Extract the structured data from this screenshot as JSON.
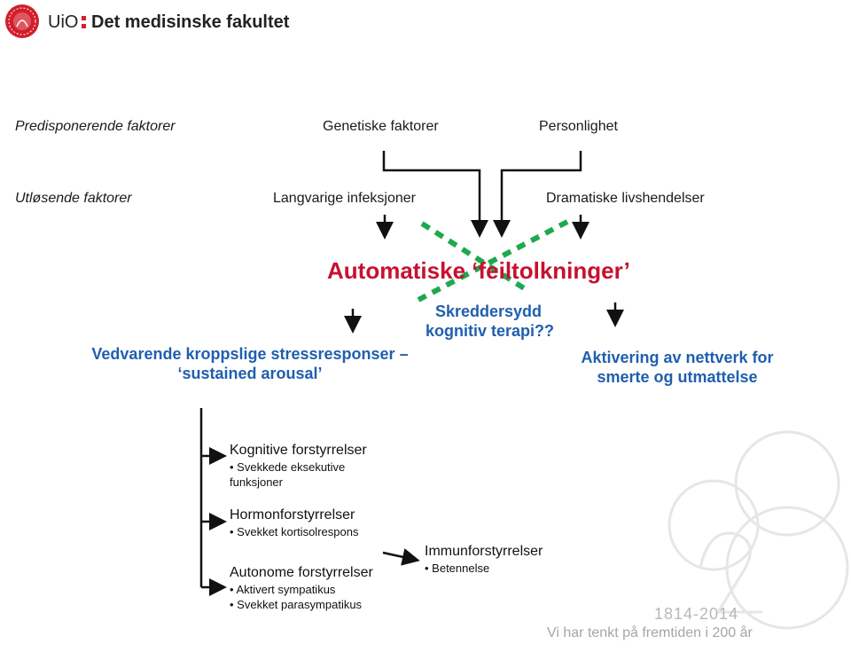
{
  "header": {
    "uio_label": "UiO",
    "faculty": "Det medisinske fakultet"
  },
  "rows": {
    "predisposing_label": "Predisponerende faktorer",
    "genetic": "Genetiske faktorer",
    "personality": "Personlighet",
    "triggering_label": "Utløsende faktorer",
    "infections": "Langvarige infeksjoner",
    "life_events": "Dramatiske livshendelser"
  },
  "main": {
    "misinterpretations": "Automatiske ‘feiltolkninger’",
    "therapy_line1": "Skreddersydd",
    "therapy_line2": "kognitiv terapi??",
    "stress_line1": "Vedvarende kroppslige stressresponser –",
    "stress_line2": "‘sustained arousal’",
    "network_line1": "Aktivering av nettverk for",
    "network_line2": "smerte og utmattelse"
  },
  "consequences": {
    "cognitive_title": "Kognitive forstyrrelser",
    "cognitive_bullet_line1": "• Svekkede eksekutive",
    "cognitive_bullet_line2": "funksjoner",
    "hormone_title": "Hormonforstyrrelser",
    "hormone_bullet": "• Svekket kortisolrespons",
    "autonomic_title": "Autonome forstyrrelser",
    "autonomic_bullet1": "• Aktivert sympatikus",
    "autonomic_bullet2": "• Svekket parasympatikus",
    "immune_title": "Immunforstyrrelser",
    "immune_bullet": "• Betennelse"
  },
  "footer": {
    "years": "1814-2014",
    "tagline": "Vi har tenkt på fremtiden i 200 år"
  },
  "colors": {
    "red": "#c8102e",
    "blue": "#1f5fae",
    "green_dash": "#1fa84e"
  }
}
